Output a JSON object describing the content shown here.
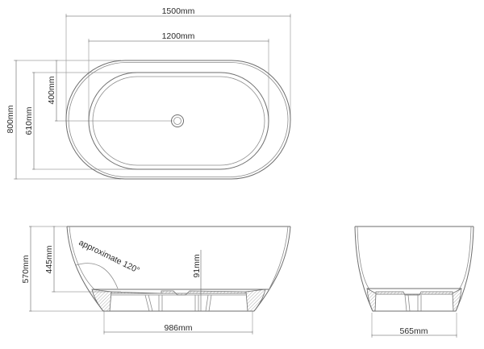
{
  "drawing": {
    "top_view": {
      "overall_length": "1500mm",
      "inner_length": "1200mm",
      "overall_width": "800mm",
      "inner_width": "610mm",
      "drain_offset": "400mm"
    },
    "side_view": {
      "overall_height": "570mm",
      "inner_depth": "445mm",
      "angle_note": "approximate 120°",
      "base_height": "91mm",
      "base_length": "986mm"
    },
    "end_view": {
      "base_width": "565mm"
    },
    "colors": {
      "line": "#6e6e6e",
      "dimension": "#8a8a8a",
      "text": "#2a2a2a",
      "background": "#ffffff"
    }
  }
}
